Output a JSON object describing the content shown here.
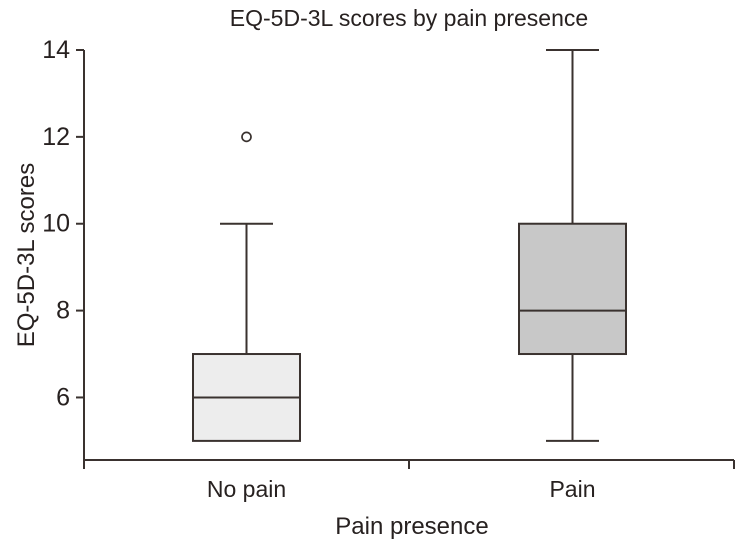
{
  "figure": {
    "background": "#ffffff"
  },
  "chart_data": {
    "type": "boxplot",
    "title": "EQ-5D-3L scores by pain presence",
    "xlabel": "Pain presence",
    "ylabel": "EQ-5D-3L scores",
    "ylim": [
      4.56,
      14
    ],
    "yticks": [
      6,
      8,
      10,
      12,
      14
    ],
    "grid": false,
    "legend": "none",
    "categories": [
      "No pain",
      "Pain"
    ],
    "series": [
      {
        "name": "No pain",
        "whisker_low": 5,
        "q1": 5,
        "median": 6,
        "q3": 7,
        "whisker_high": 10,
        "outliers": [
          12
        ],
        "box_fill": "#ededed"
      },
      {
        "name": "Pain",
        "whisker_low": 5,
        "q1": 7,
        "median": 8,
        "q3": 10,
        "whisker_high": 14,
        "outliers": [],
        "box_fill": "#c8c8c8"
      }
    ],
    "colors": {
      "line": "#3a322f",
      "text": "#272120"
    }
  }
}
